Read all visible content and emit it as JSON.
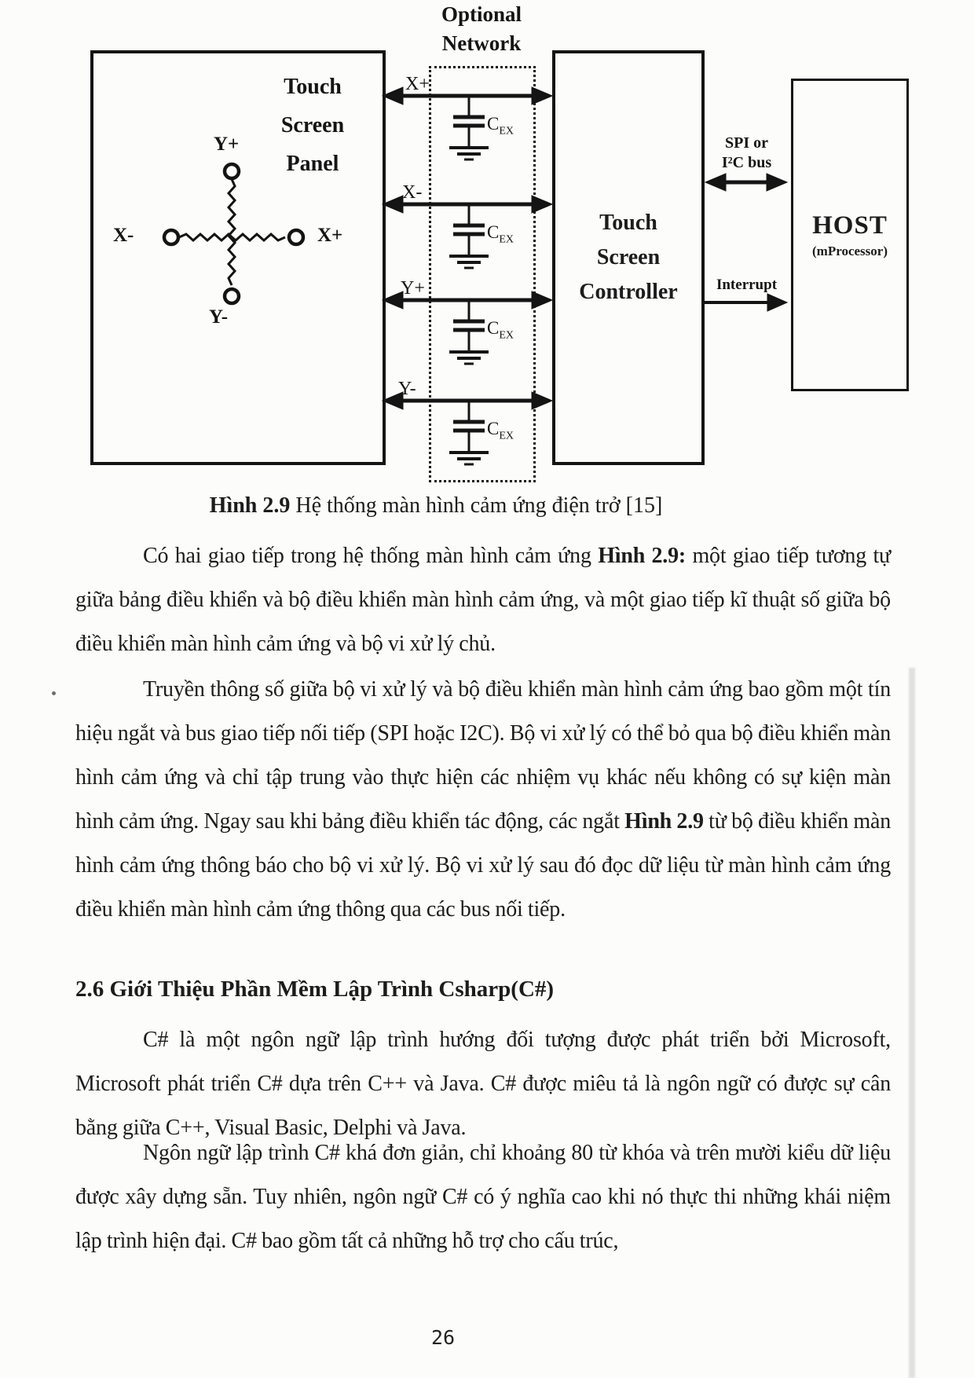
{
  "figure": {
    "optional_network": [
      "Optional",
      "Network"
    ],
    "panel_label": [
      "Touch",
      "Screen",
      "Panel"
    ],
    "controller_label": [
      "Touch",
      "Screen",
      "Controller"
    ],
    "host": {
      "title": "HOST",
      "subtitle": "(mProcessor)"
    },
    "bus_label": [
      "SPI or",
      "I²C bus"
    ],
    "interrupt_label": "Interrupt",
    "signals": [
      "X+",
      "X-",
      "Y+",
      "Y-"
    ],
    "panel_terminals": {
      "top": "Y+",
      "bottom": "Y-",
      "left": "X-",
      "right": "X+"
    },
    "cap": {
      "main": "C",
      "sub": "EX"
    },
    "caption": {
      "bold": "Hình 2.9",
      "rest": " Hệ thống màn hình cảm ứng điện trở [15]"
    }
  },
  "content": {
    "paragraph_1": [
      {
        "t": "Có hai giao tiếp trong hệ thống màn hình cảm ứng "
      },
      {
        "t": "Hình 2.9:",
        "b": 1
      },
      {
        "t": " một giao tiếp tương tự giữa bảng điều khiển và bộ điều khiển màn hình cảm ứng, và một giao tiếp kĩ thuật số giữa bộ điều khiển màn hình cảm ứng và bộ vi xử lý chủ."
      }
    ],
    "paragraph_2": [
      {
        "t": "Truyền thông số giữa bộ vi xử lý và bộ điều khiển màn hình cảm ứng bao gồm một tín hiệu ngắt và bus giao tiếp nối tiếp (SPI hoặc I2C). Bộ vi xử lý có thể bỏ qua bộ điều khiển màn hình cảm ứng và chỉ tập trung vào thực hiện các nhiệm vụ khác nếu không có sự kiện màn hình cảm ứng. Ngay sau khi bảng điều khiển tác động, các ngắt "
      },
      {
        "t": "Hình 2.9",
        "b": 1
      },
      {
        "t": " từ bộ điều khiển màn hình cảm ứng thông báo cho bộ vi xử lý. Bộ vi xử lý sau đó đọc dữ liệu từ màn hình cảm ứng điều khiển màn hình cảm ứng thông qua các bus nối tiếp."
      }
    ],
    "section_heading": "2.6 Giới Thiệu Phần Mềm Lập Trình Csharp(C#)",
    "paragraph_3": [
      {
        "t": "C# là một ngôn ngữ lập trình hướng đối tượng được phát triển bởi Microsoft, Microsoft phát triển C# dựa trên C++ và Java. C# được miêu tả là ngôn ngữ có được sự cân bằng giữa C++, Visual Basic, Delphi và Java."
      }
    ],
    "paragraph_4": [
      {
        "t": "Ngôn ngữ lập trình C# khá đơn giản, chỉ khoảng 80 từ khóa và trên mười kiểu dữ liệu được xây dựng sẵn. Tuy nhiên, ngôn ngữ C# có ý nghĩa cao khi nó thực thi những khái niệm lập trình hiện đại. C# bao gồm tất cả những hỗ trợ cho cấu trúc,"
      }
    ],
    "page_number": "26"
  }
}
